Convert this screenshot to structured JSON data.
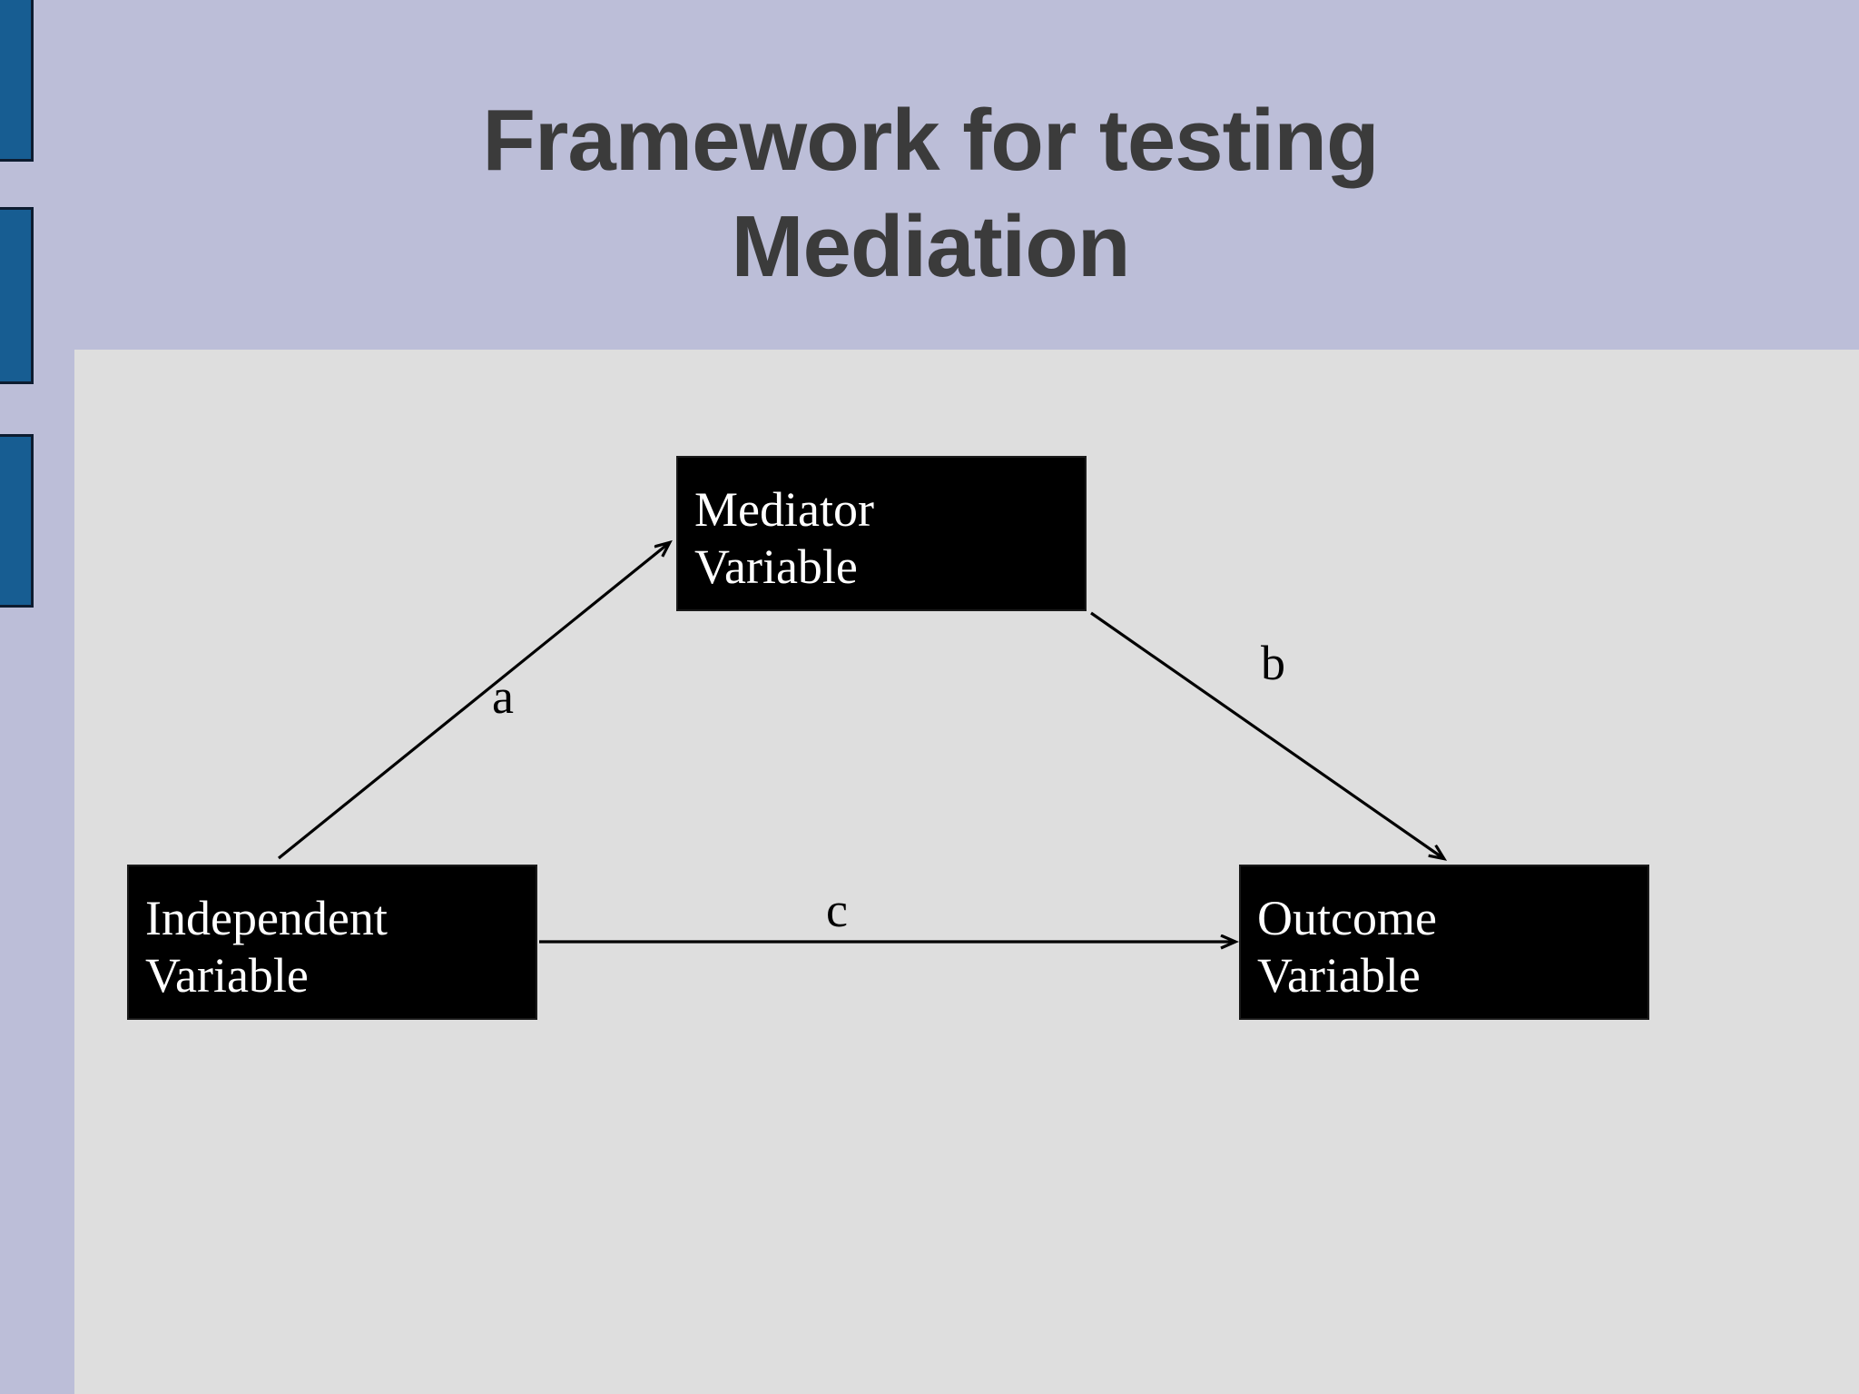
{
  "slide": {
    "title": "Framework for testing\nMediation",
    "title_color": "#3b3b3b",
    "title_band_color": "#bcbed8",
    "content_panel_color": "#dedede",
    "accent_bar_color": "#175d92",
    "accent_bar_border_color": "#0d1c30"
  },
  "accent_bars": [
    {
      "name": "accent-bar-top"
    },
    {
      "name": "accent-bar-middle"
    },
    {
      "name": "accent-bar-bottom"
    }
  ],
  "diagram": {
    "type": "mediation-path-diagram",
    "nodes": [
      {
        "id": "mediator",
        "label": "Mediator\nVariable",
        "fill": "#000000",
        "text_color": "#ffffff"
      },
      {
        "id": "independent",
        "label": "Independent\nVariable",
        "fill": "#000000",
        "text_color": "#ffffff"
      },
      {
        "id": "outcome",
        "label": "Outcome\nVariable",
        "fill": "#000000",
        "text_color": "#ffffff"
      }
    ],
    "edges": [
      {
        "id": "a",
        "label": "a",
        "from": "independent",
        "to": "mediator",
        "arrow": true
      },
      {
        "id": "b",
        "label": "b",
        "from": "mediator",
        "to": "outcome",
        "arrow": true
      },
      {
        "id": "c",
        "label": "c",
        "from": "independent",
        "to": "outcome",
        "arrow": true
      }
    ]
  }
}
